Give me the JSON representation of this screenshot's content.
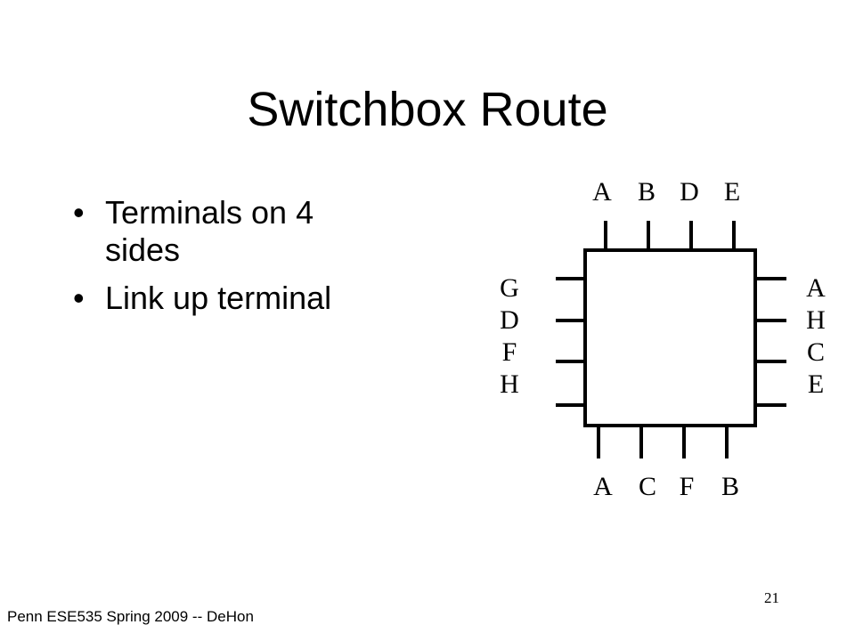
{
  "slide": {
    "title": "Switchbox Route",
    "bullets": [
      "Terminals on 4 sides",
      "Link up terminal"
    ],
    "footer": "Penn ESE535 Spring 2009 -- DeHon",
    "page_number": "21"
  },
  "switchbox": {
    "top_labels": [
      "A",
      "B",
      "D",
      "E"
    ],
    "bottom_labels": [
      "A",
      "C",
      "F",
      "B"
    ],
    "left_labels": [
      "G",
      "D",
      "F",
      "H"
    ],
    "right_labels": [
      "A",
      "H",
      "C",
      "E"
    ]
  }
}
